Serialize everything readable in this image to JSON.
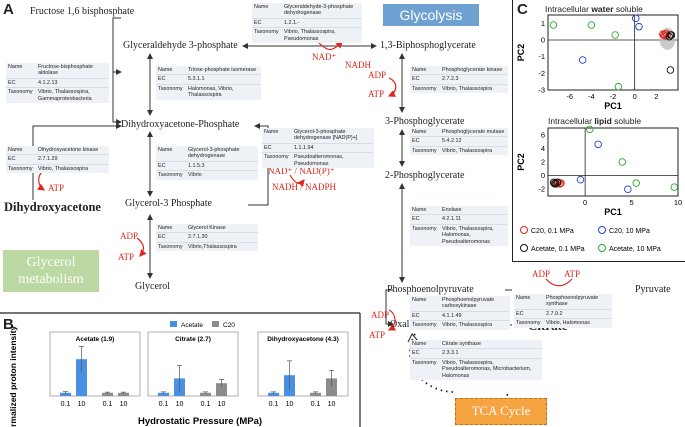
{
  "panel_labels": {
    "a": "A",
    "b": "B",
    "c": "C"
  },
  "panel_a": {
    "metabolites": {
      "fructose": "Fructose 1,6 bisphosphate",
      "g3p": "Glyceraldehyde 3-phosphate",
      "bpg13": "1,3-Biphosphoglycerate",
      "pg3": "3-Phosphoglycerate",
      "dhap": "Dihydroxyacetone-Phosphate",
      "pg2": "2-Phosphoglycerate",
      "glycerol3p": "Glycerol-3 Phosphate",
      "dha": "Dihydroxyacetone",
      "glycerol": "Glycerol",
      "pep": "Phosphoenolpyruvate",
      "pyruvate": "Pyruvate",
      "oaa": "Oxaloacetate",
      "citrate": "Citrate"
    },
    "glycolysis_label": "Glycolysis",
    "glycerol_label": "Glycerol metabolism",
    "tca_label": "TCA Cycle",
    "cofactors": {
      "nad_plus": "NAD⁺",
      "nadh": "NADH",
      "adp_1": "ADP",
      "atp_1": "ATP",
      "nad_nadp": "NAD⁺ / NAD(P)⁺",
      "nadh_nadph": "NADH / NADPH",
      "adp_2": "ADP",
      "atp_2": "ATP",
      "adp_3": "ADP",
      "atp_3": "ATP",
      "adp_4": "ADP",
      "atp_4": "ATP",
      "adp_5": "ADP",
      "atp_5": "ATP"
    },
    "row_keys": {
      "name": "Name",
      "ec": "EC",
      "tax": "Taxonomy"
    },
    "enzymes": {
      "aldolase": {
        "name": "Fructose-bisphosphate aldolase",
        "ec": "4.1.2.13",
        "tax": "Vibrio, Thalassospira, Gammaproteobacteria"
      },
      "gapdh": {
        "name": "Glyceraldehyde-3-phosphate dehydrogenase",
        "ec": "1.2.1.-",
        "tax": "Vibrio, Thalassospira, Pseudomonas"
      },
      "tpi": {
        "name": "Triose-phosphate isomerase",
        "ec": "5.3.1.1",
        "tax": "Halomonas, Vibrio, Thalassospira"
      },
      "pgk": {
        "name": "Phosphoglycerate kinase",
        "ec": "2.7.2.3",
        "tax": "Vibrio, Thalassospira"
      },
      "dhak": {
        "name": "Dihydroxyacetone kinase",
        "ec": "2.7.1.29",
        "tax": "Vibrio, Thalassospira"
      },
      "g3pdh": {
        "name": "Glycerol-3-phosphate dehydrogenase",
        "ec": "1.1.5.3",
        "tax": "Vibrio"
      },
      "g3pdh_nadp": {
        "name": "Glycerol-3-phosphate dehydrogenase [NAD(P)+]",
        "ec": "1.1.1.94",
        "tax": "Pseudoalteromonas, Pseudomonas"
      },
      "pgm": {
        "name": "Phosphoglycerate mutase",
        "ec": "5.4.2.12",
        "tax": "Vibrio, Thalassospira"
      },
      "glpk": {
        "name": "Glycerol Kinase",
        "ec": "2.7.1.30",
        "tax": "Vibrio,Thalassospira"
      },
      "enolase": {
        "name": "Enolase",
        "ec": "4.2.1.11",
        "tax": "Vibrio, Thalassospira, Halomonas, Pseudoalteromonas"
      },
      "pps": {
        "name": "Phosphoenolpyruvate synthase",
        "ec": "2.7.9.2",
        "tax": "Vibrio, Halomonas"
      },
      "pepck": {
        "name": "Phosphoenolpyruvate carboxykinase",
        "ec": "4.1.1.49",
        "tax": "Vibrio, Thalassospira"
      },
      "cs": {
        "name": "Citrate synthase",
        "ec": "2.3.3.1",
        "tax": "Vibrio, Thalassospira, Pseudoalteromonas, Microbacterium, Halomonas"
      }
    }
  },
  "panel_b": {
    "ylabel": "Normalized proton intensity",
    "xlabel": "Hydrostatic Pressure (MPa)",
    "legend": [
      "Acetate",
      "C20"
    ]
  },
  "panel_c": {
    "top_title_pre": "Intracellular ",
    "top_title_bold": "water",
    "top_title_post": " soluble",
    "bottom_title_pre": "Intracellular ",
    "bottom_title_bold": "lipid",
    "bottom_title_post": " soluble",
    "ylabel": "PC2",
    "xlabel": "PC1",
    "legend": [
      "C20, 0.1 MPa",
      "C20, 10 MPa",
      "Acetate, 0.1 MPa",
      "Acetate, 10 MPa"
    ]
  },
  "chart_data": [
    {
      "type": "bar",
      "title": "Acetate (1.9)",
      "categories": [
        "0.1",
        "10",
        "0.1",
        "10"
      ],
      "series": [
        {
          "name": "Acetate",
          "values": [
            1,
            11.5,
            null,
            null
          ],
          "errors": [
            0.4,
            4,
            null,
            null
          ]
        },
        {
          "name": "C20",
          "values": [
            null,
            null,
            1,
            1
          ],
          "errors": [
            null,
            null,
            0.2,
            0.2
          ]
        }
      ],
      "xlabel": "Hydrostatic Pressure (MPa)",
      "ylabel": "Normalized proton intensity",
      "ylim": [
        0,
        20
      ],
      "colors": {
        "Acetate": "#4a90e2",
        "C20": "#8c8c8c"
      }
    },
    {
      "type": "bar",
      "title": "Citrate (2.7)",
      "categories": [
        "0.1",
        "10",
        "0.1",
        "10"
      ],
      "series": [
        {
          "name": "Acetate",
          "values": [
            1,
            5.5,
            null,
            null
          ],
          "errors": [
            0.3,
            4,
            null,
            null
          ]
        },
        {
          "name": "C20",
          "values": [
            null,
            null,
            1,
            4
          ],
          "errors": [
            null,
            null,
            0.3,
            1.2
          ]
        }
      ],
      "ylim": [
        0,
        20
      ]
    },
    {
      "type": "bar",
      "title": "Dihydroxyacetone (4.3)",
      "categories": [
        "0.1",
        "10",
        "0.1",
        "10"
      ],
      "series": [
        {
          "name": "Acetate",
          "values": [
            1,
            6.5,
            null,
            null
          ],
          "errors": [
            0.3,
            4.5,
            null,
            null
          ]
        },
        {
          "name": "C20",
          "values": [
            null,
            null,
            1,
            5.5
          ],
          "errors": [
            null,
            null,
            0.3,
            2.5
          ]
        }
      ],
      "ylim": [
        0,
        20
      ]
    },
    {
      "type": "scatter",
      "title": "Intracellular water soluble",
      "xlabel": "PC1",
      "ylabel": "PC2",
      "xlim": [
        -8,
        4
      ],
      "ylim": [
        -3,
        1.5
      ],
      "xticks": [
        -6,
        -4,
        -2,
        0,
        2
      ],
      "yticks": [
        -3,
        -2,
        -1,
        0,
        1
      ],
      "series": [
        {
          "name": "C20, 0.1 MPa",
          "color": "#e0251b",
          "points": [
            [
              2.6,
              0.35
            ],
            [
              2.8,
              0.25
            ],
            [
              3.0,
              0.3
            ],
            [
              2.9,
              0.4
            ],
            [
              2.7,
              0.3
            ]
          ]
        },
        {
          "name": "C20, 10 MPa",
          "color": "#2244cc",
          "points": [
            [
              0.1,
              1.3
            ],
            [
              0.4,
              0.8
            ],
            [
              -4.8,
              -1.2
            ]
          ]
        },
        {
          "name": "Acetate, 0.1 MPa",
          "color": "#111111",
          "points": [
            [
              3.3,
              0.3
            ],
            [
              3.4,
              0.3
            ],
            [
              3.2,
              0.2
            ],
            [
              3.3,
              -1.8
            ]
          ]
        },
        {
          "name": "Acetate, 10 MPa",
          "color": "#2ea82e",
          "points": [
            [
              -7.5,
              0.9
            ],
            [
              -4.0,
              0.9
            ],
            [
              -1.8,
              0.3
            ],
            [
              -1.5,
              -2.8
            ]
          ]
        }
      ]
    },
    {
      "type": "scatter",
      "title": "Intracellular lipid soluble",
      "xlabel": "PC1",
      "ylabel": "PC2",
      "xlim": [
        -4,
        10
      ],
      "ylim": [
        -3,
        7
      ],
      "xticks": [
        0,
        5,
        10
      ],
      "yticks": [
        -2,
        0,
        2,
        4,
        6
      ],
      "series": [
        {
          "name": "C20, 0.1 MPa",
          "color": "#e0251b",
          "points": [
            [
              -3.1,
              -1.2
            ],
            [
              -2.9,
              -1.0
            ],
            [
              -2.7,
              -1.2
            ],
            [
              -2.6,
              -1.1
            ]
          ]
        },
        {
          "name": "C20, 10 MPa",
          "color": "#2244cc",
          "points": [
            [
              1.4,
              4.6
            ],
            [
              -0.5,
              -0.6
            ],
            [
              4.6,
              -2.0
            ]
          ]
        },
        {
          "name": "Acetate, 0.1 MPa",
          "color": "#111111",
          "points": [
            [
              -3.4,
              -1.0
            ],
            [
              -3.3,
              -1.2
            ],
            [
              -3.2,
              -1.1
            ],
            [
              -3.0,
              -1.0
            ]
          ]
        },
        {
          "name": "Acetate, 10 MPa",
          "color": "#2ea82e",
          "points": [
            [
              0.5,
              6.8
            ],
            [
              5.5,
              -1.1
            ],
            [
              9.6,
              -1.7
            ],
            [
              4.0,
              2.0
            ]
          ]
        }
      ]
    }
  ]
}
